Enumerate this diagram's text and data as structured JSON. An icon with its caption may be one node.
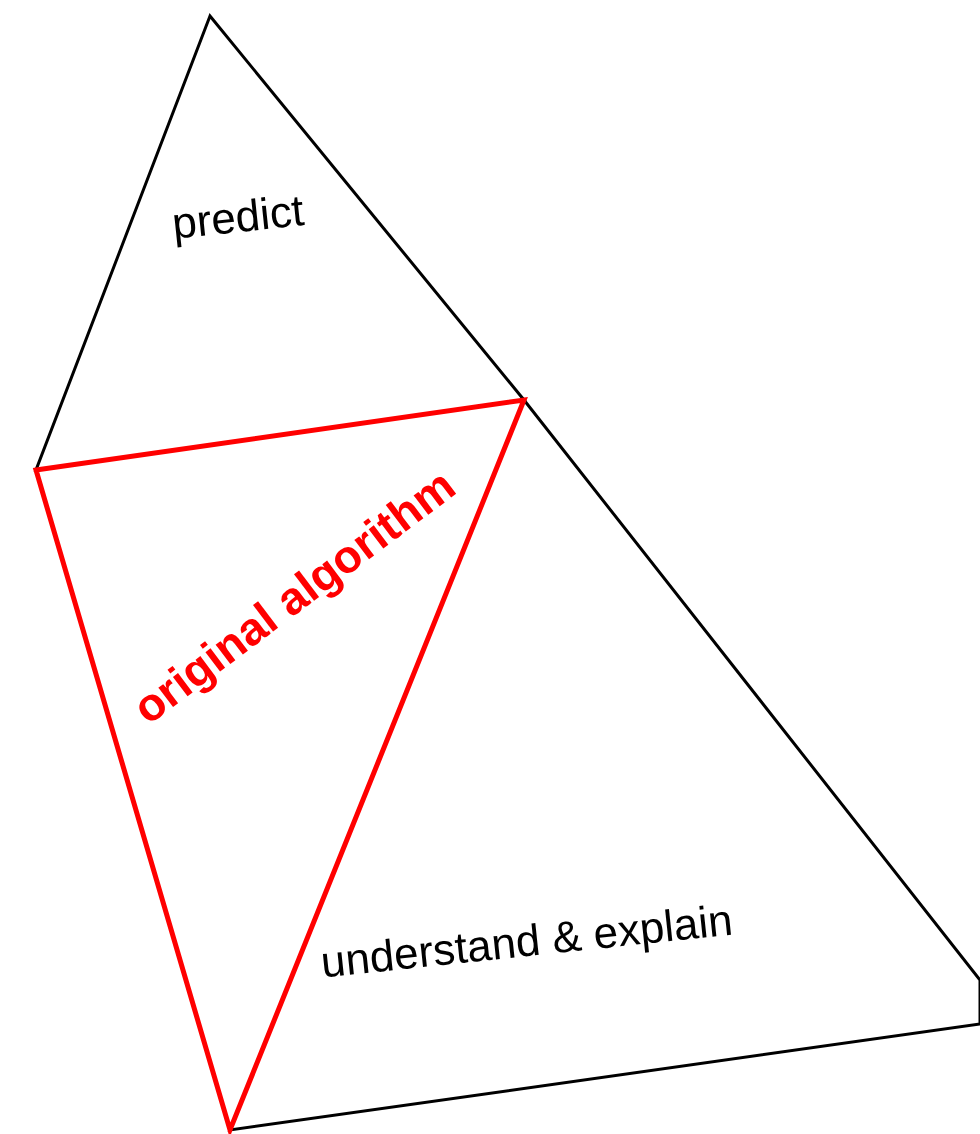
{
  "diagram": {
    "nodes": [
      {
        "text": [
          "predict"
        ]
      },
      {
        "text": [
          "original algorithm"
        ]
      },
      {
        "text": [
          "understand & explain"
        ]
      }
    ]
  }
}
